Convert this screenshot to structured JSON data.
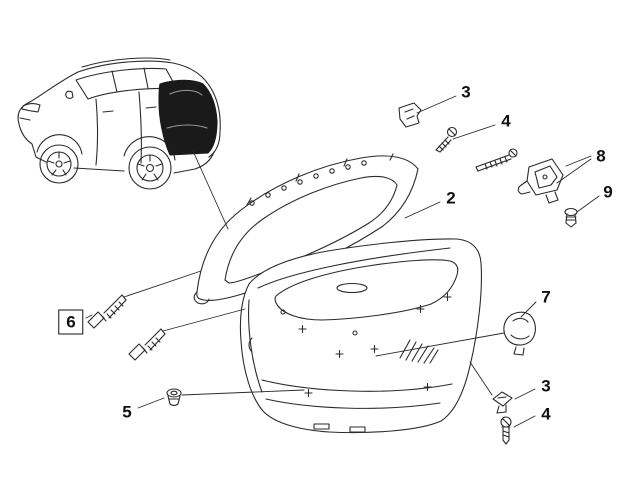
{
  "diagram": {
    "colors": {
      "line": "#2b2b2b",
      "label": "#111111",
      "background": "#ffffff"
    },
    "callouts": [
      {
        "id": "callout-3-top",
        "label": "3"
      },
      {
        "id": "callout-4-top",
        "label": "4"
      },
      {
        "id": "callout-8",
        "label": "8"
      },
      {
        "id": "callout-9",
        "label": "9"
      },
      {
        "id": "callout-2",
        "label": "2"
      },
      {
        "id": "callout-7",
        "label": "7"
      },
      {
        "id": "callout-6",
        "label": "6"
      },
      {
        "id": "callout-5",
        "label": "5"
      },
      {
        "id": "callout-3-bottom",
        "label": "3"
      },
      {
        "id": "callout-4-bottom",
        "label": "4"
      }
    ]
  }
}
